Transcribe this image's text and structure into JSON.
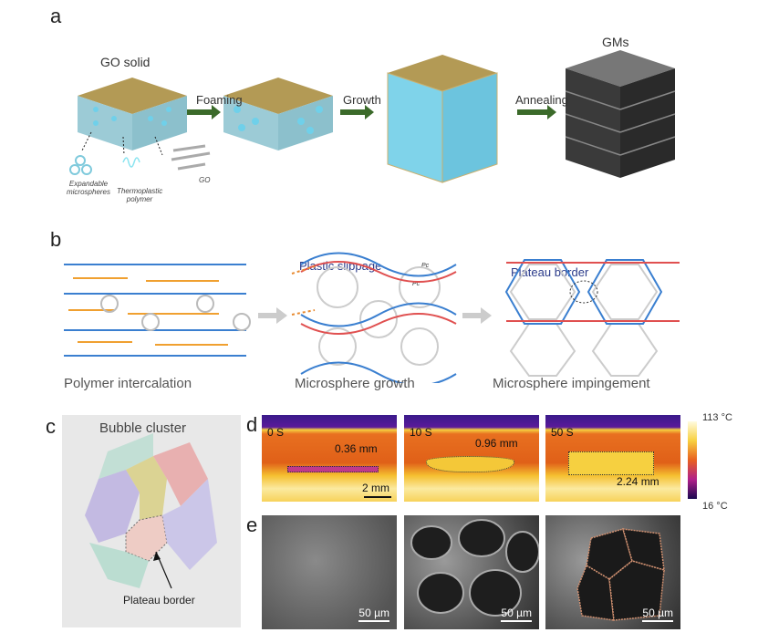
{
  "panel_a": {
    "label": "a",
    "go_solid": "GO solid",
    "steps": [
      "Foaming",
      "Growth",
      "Annealing"
    ],
    "gms": "GMs",
    "components": [
      "Expandable microspheres",
      "Thermoplastic polymer",
      "GO"
    ]
  },
  "panel_b": {
    "label": "b",
    "plastic_slippage": "Plastic slippage",
    "plateau_border": "Plateau border",
    "stages": [
      "Polymer intercalation",
      "Microsphere growth",
      "Microsphere impingement"
    ],
    "symbols": [
      "Pc",
      "Pc"
    ]
  },
  "panel_c": {
    "label": "c",
    "title": "Bubble cluster",
    "annotation": "Plateau border"
  },
  "panel_d": {
    "label": "d",
    "frames": [
      {
        "time": "0 S",
        "thickness": "0.36 mm"
      },
      {
        "time": "10 S",
        "thickness": "0.96 mm"
      },
      {
        "time": "50 S",
        "thickness": "2.24 mm"
      }
    ],
    "scale_bar": "2 mm",
    "colorbar_max": "113 °C",
    "colorbar_min": "16 °C"
  },
  "panel_e": {
    "label": "e",
    "scale_bars": [
      "50 µm",
      "50 µm",
      "50 µm"
    ]
  },
  "colors": {
    "arrow_green": "#3b6a2a",
    "sphere_blue": "#7fd3ea",
    "graphene_gold": "#b39a55",
    "blue_line": "#3a7fd0",
    "orange_line": "#f0a030",
    "red_line": "#e05050"
  }
}
